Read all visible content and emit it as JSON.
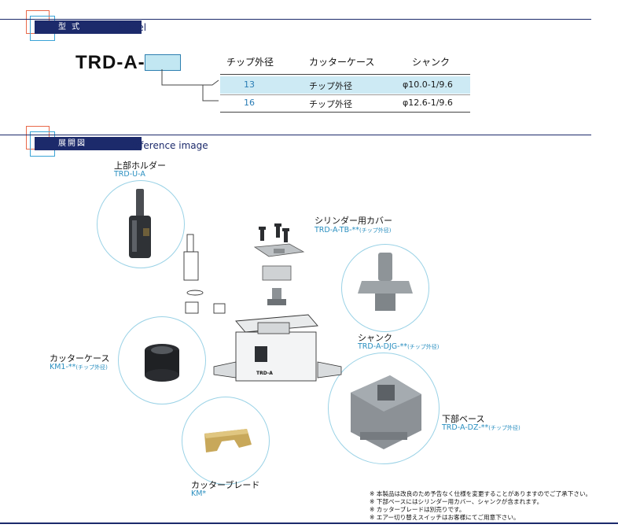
{
  "sections": {
    "model": {
      "title": "型 式",
      "subtitle": "Model"
    },
    "reference": {
      "title": "展開図",
      "subtitle": "Reference image"
    }
  },
  "model_code": "TRD-A-",
  "table": {
    "headers": [
      "チップ外径",
      "カッターケース",
      "シャンク"
    ],
    "rows": [
      {
        "size": "13",
        "case": "チップ外径",
        "shank": "φ10.0-1/9.6"
      },
      {
        "size": "16",
        "case": "チップ外径",
        "shank": "φ12.6-1/9.6"
      }
    ]
  },
  "parts": {
    "upper_holder": {
      "name": "上部ホルダー",
      "code": "TRD-U-A"
    },
    "cylinder_cover": {
      "name": "シリンダー用カバー",
      "code": "TRD-A-TB-**",
      "note": "(チップ外径)"
    },
    "shank": {
      "name": "シャンク",
      "code": "TRD-A-DJG-**",
      "note": "(チップ外径)"
    },
    "cutter_case": {
      "name": "カッターケース",
      "code": "KM1-**",
      "note": "(チップ外径)"
    },
    "lower_base": {
      "name": "下部ベース",
      "code": "TRD-A-DZ-**",
      "note": "(チップ外径)"
    },
    "cutter_blade": {
      "name": "カッターブレード",
      "code": "KM*"
    }
  },
  "base_label": "TRD-A",
  "notes": [
    "※ 本製品は改良のため予告なく仕様を変更することがありますのでご了承下さい。",
    "※ 下部ベースにはシリンダー用カバー、シャンクが含まれます。",
    "※ カッターブレードは別売りです。",
    "※ エアー切り替えスイッチはお客様にてご用意下さい。"
  ],
  "colors": {
    "navy": "#1c2a6b",
    "accent_blue": "#2a8fc0",
    "highlight": "#cdeaf4",
    "orange": "#e8694a"
  }
}
